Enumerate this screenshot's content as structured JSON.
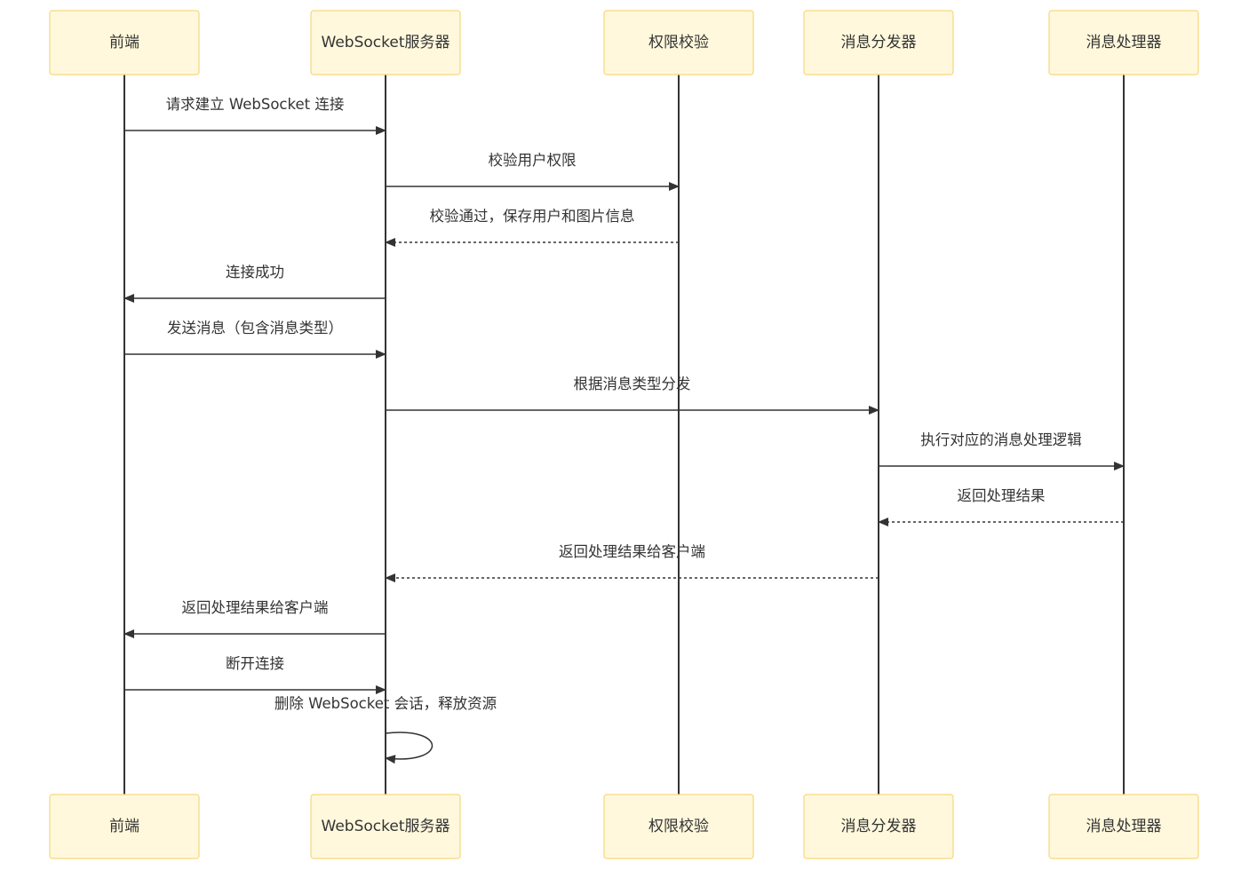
{
  "participants": [
    {
      "id": "frontend",
      "label": "前端"
    },
    {
      "id": "ws",
      "label": "WebSocket服务器"
    },
    {
      "id": "auth",
      "label": "权限校验"
    },
    {
      "id": "dispatcher",
      "label": "消息分发器"
    },
    {
      "id": "handler",
      "label": "消息处理器"
    }
  ],
  "messages": [
    {
      "from": "frontend",
      "to": "ws",
      "text": "请求建立 WebSocket 连接",
      "style": "solid"
    },
    {
      "from": "ws",
      "to": "auth",
      "text": "校验用户权限",
      "style": "solid"
    },
    {
      "from": "auth",
      "to": "ws",
      "text": "校验通过，保存用户和图片信息",
      "style": "dashed"
    },
    {
      "from": "ws",
      "to": "frontend",
      "text": "连接成功",
      "style": "solid"
    },
    {
      "from": "frontend",
      "to": "ws",
      "text": "发送消息（包含消息类型）",
      "style": "solid"
    },
    {
      "from": "ws",
      "to": "dispatcher",
      "text": "根据消息类型分发",
      "style": "solid"
    },
    {
      "from": "dispatcher",
      "to": "handler",
      "text": "执行对应的消息处理逻辑",
      "style": "solid"
    },
    {
      "from": "handler",
      "to": "dispatcher",
      "text": "返回处理结果",
      "style": "dashed"
    },
    {
      "from": "dispatcher",
      "to": "ws",
      "text": "返回处理结果给客户端",
      "style": "dashed"
    },
    {
      "from": "ws",
      "to": "frontend",
      "text": "返回处理结果给客户端",
      "style": "solid"
    },
    {
      "from": "frontend",
      "to": "ws",
      "text": "断开连接",
      "style": "solid"
    },
    {
      "from": "ws",
      "to": "ws",
      "text": "删除 WebSocket 会话，释放资源",
      "style": "solid"
    }
  ],
  "colors": {
    "actor_fill": "#fff8dc",
    "actor_border": "#f5d77a",
    "line": "#333333",
    "text": "#333333"
  }
}
